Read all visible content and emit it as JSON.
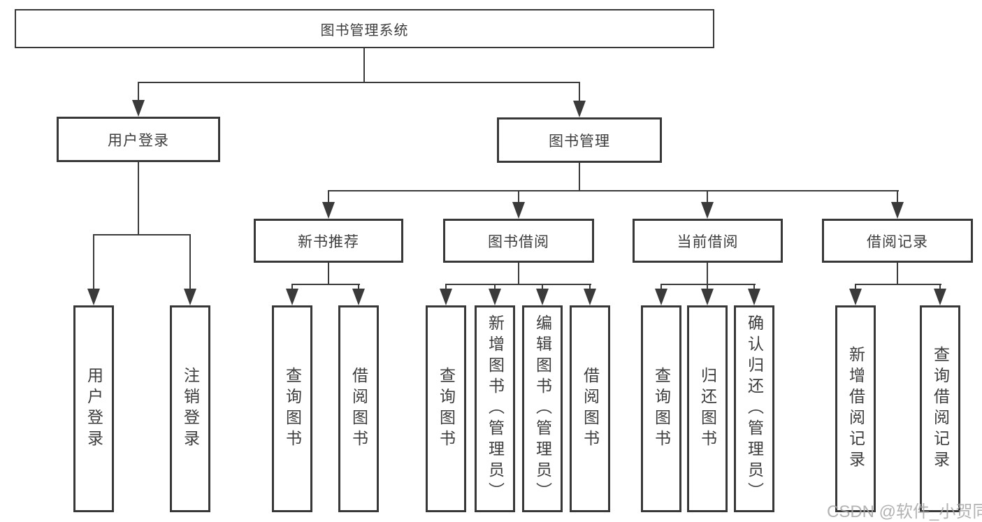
{
  "diagram": {
    "tree": {
      "label": "图书管理系统",
      "children": [
        {
          "label": "用户登录",
          "children": [
            {
              "label": "用户登录"
            },
            {
              "label": "注销登录"
            }
          ]
        },
        {
          "label": "图书管理",
          "children": [
            {
              "label": "新书推荐",
              "children": [
                {
                  "label": "查询图书"
                },
                {
                  "label": "借阅图书"
                }
              ]
            },
            {
              "label": "图书借阅",
              "children": [
                {
                  "label": "查询图书"
                },
                {
                  "label": "新增图书（管理员）"
                },
                {
                  "label": "编辑图书（管理员）"
                },
                {
                  "label": "借阅图书"
                }
              ]
            },
            {
              "label": "当前借阅",
              "children": [
                {
                  "label": "查询图书"
                },
                {
                  "label": "归还图书"
                },
                {
                  "label": "确认归还（管理员）"
                }
              ]
            },
            {
              "label": "借阅记录",
              "children": [
                {
                  "label": "新增借阅记录"
                },
                {
                  "label": "查询借阅记录"
                }
              ]
            }
          ]
        }
      ]
    },
    "watermark": "CSDN @软件_小贺同学",
    "colors": {
      "line": "#3a3a3a",
      "border": "#383838",
      "text": "#3d3d3d",
      "watermark": "#a4a4a4",
      "background": "#ffffff"
    }
  }
}
